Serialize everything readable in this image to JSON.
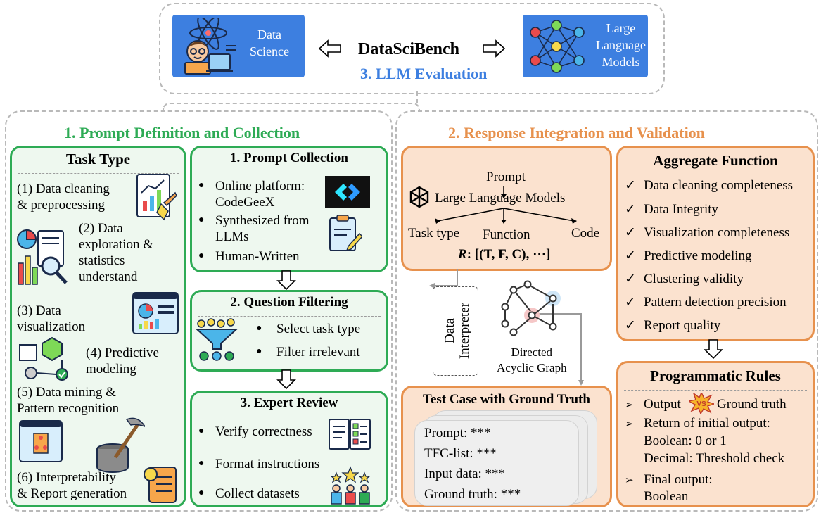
{
  "top": {
    "data_science": "Data\nScience",
    "benchmark": "DataSciBench",
    "llm_evaluation": "3. LLM Evaluation",
    "large_language_models": "Large\nLanguage\nModels"
  },
  "left_panel": {
    "title": "1. Prompt Definition and Collection",
    "task_type": {
      "title": "Task Type",
      "items": [
        "(1) Data cleaning\n& preprocessing",
        "(2) Data\nexploration &\nstatistics\nunderstand",
        "(3) Data\nvisualization",
        "(4) Predictive\nmodeling",
        "(5) Data mining &\nPattern recognition",
        "(6) Interpretability\n& Report generation"
      ]
    },
    "prompt_collection": {
      "title": "1. Prompt Collection",
      "items": [
        "Online platform:\nCodeGeeX",
        "Synthesized from\nLLMs",
        "Human-Written"
      ]
    },
    "question_filtering": {
      "title": "2. Question Filtering",
      "items": [
        "Select task type",
        "Filter irrelevant"
      ]
    },
    "expert_review": {
      "title": "3. Expert Review",
      "items": [
        "Verify correctness",
        "Format instructions",
        "Collect datasets"
      ]
    }
  },
  "right_panel": {
    "title": "2. Response Integration and Validation",
    "flow": {
      "prompt": "Prompt",
      "llm": "Large Language Models",
      "task_type": "Task type",
      "function": "Function",
      "code": "Code",
      "r_label": "R",
      "r_formula": ": [(T, F, C), ⋯]"
    },
    "data_interpreter": "Data\nInterpreter",
    "dag": "Directed\nAcyclic Graph",
    "test_case": {
      "title": "Test Case with Ground Truth",
      "lines": [
        "Prompt: ***",
        "TFC-list: ***",
        "Input data: ***",
        "Ground truth: ***"
      ]
    },
    "aggregate": {
      "title": "Aggregate Function",
      "items": [
        "Data cleaning completeness",
        "Data Integrity",
        "Visualization completeness",
        "Predictive modeling",
        "Clustering validity",
        "Pattern detection precision",
        "Report quality"
      ]
    },
    "rules": {
      "title": "Programmatic Rules",
      "output": "Output",
      "vs": "VS",
      "ground_truth": "Ground truth",
      "return_line": "Return of initial output:",
      "boolean_line": "Boolean: 0 or 1",
      "decimal_line": "Decimal: Threshold check",
      "final_line": "Final output:",
      "final_value": "Boolean"
    }
  },
  "colors": {
    "green": "#2eab55",
    "orange": "#e7914d",
    "blue": "#3d7fe0",
    "green_fill": "#eef8ef",
    "orange_fill": "#fbe2cf"
  }
}
